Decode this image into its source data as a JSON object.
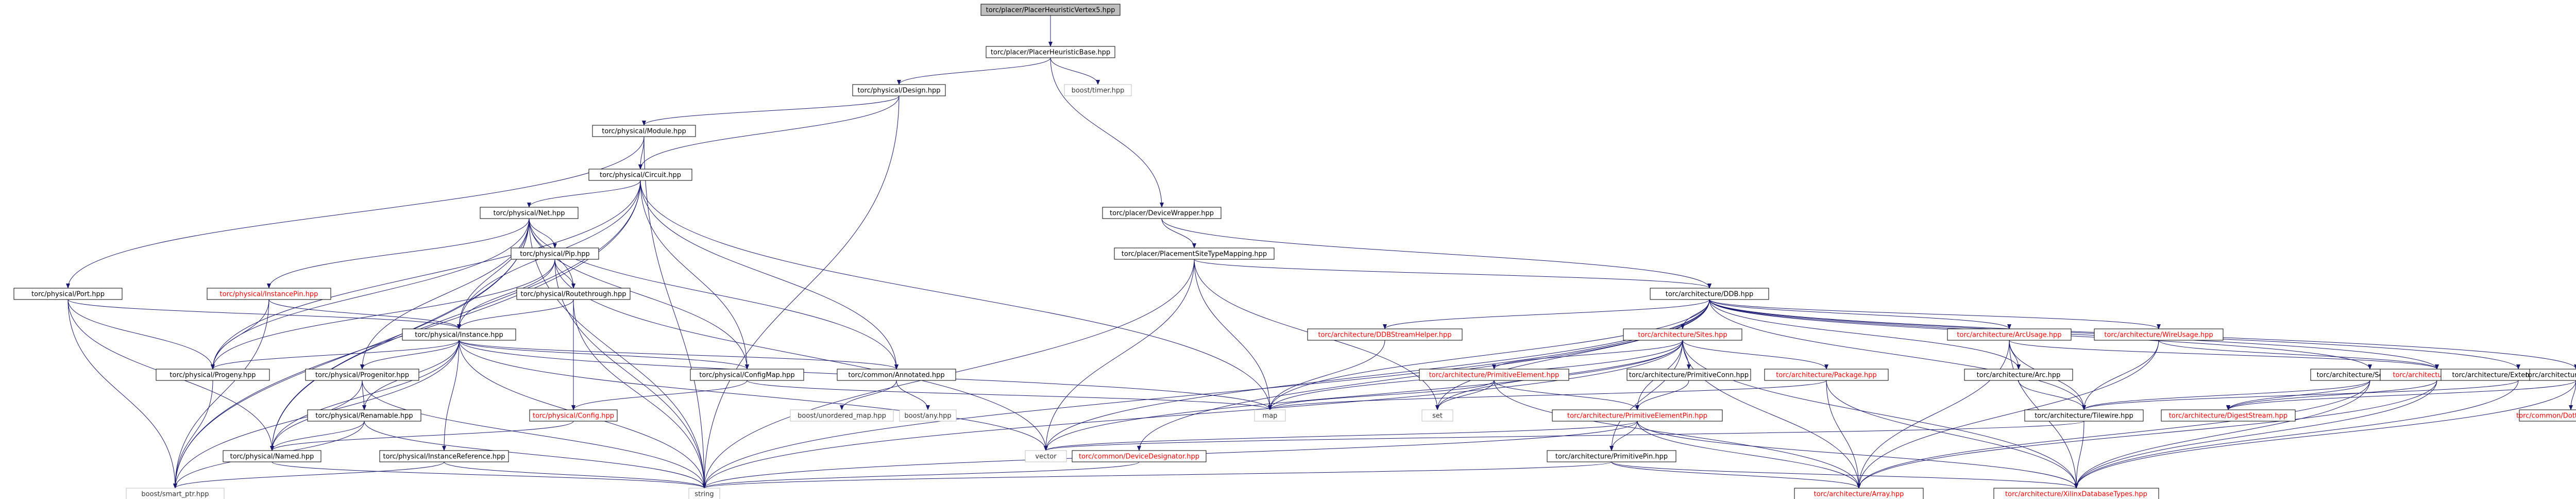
{
  "title": "",
  "nodes": [
    {
      "id": "n0",
      "label": "torc/placer/PlacerHeuristicVertex5.hpp",
      "kind": "root"
    },
    {
      "id": "n1",
      "label": "torc/placer/PlacerHeuristicBase.hpp",
      "kind": "file"
    },
    {
      "id": "n2",
      "label": "torc/physical/Design.hpp",
      "kind": "file"
    },
    {
      "id": "n3",
      "label": "boost/timer.hpp",
      "kind": "nofile"
    },
    {
      "id": "n4",
      "label": "torc/physical/Module.hpp",
      "kind": "file"
    },
    {
      "id": "n5",
      "label": "torc/physical/Circuit.hpp",
      "kind": "file"
    },
    {
      "id": "n6",
      "label": "torc/physical/Net.hpp",
      "kind": "file"
    },
    {
      "id": "n7",
      "label": "torc/physical/Pip.hpp",
      "kind": "file"
    },
    {
      "id": "n8",
      "label": "torc/physical/InstancePin.hpp",
      "kind": "missing"
    },
    {
      "id": "n9",
      "label": "torc/physical/Port.hpp",
      "kind": "file"
    },
    {
      "id": "n10",
      "label": "torc/physical/Routethrough.hpp",
      "kind": "file"
    },
    {
      "id": "n11",
      "label": "torc/physical/Instance.hpp",
      "kind": "file"
    },
    {
      "id": "n12",
      "label": "torc/physical/Progeny.hpp",
      "kind": "file"
    },
    {
      "id": "n13",
      "label": "torc/physical/Progenitor.hpp",
      "kind": "file"
    },
    {
      "id": "n14",
      "label": "torc/physical/ConfigMap.hpp",
      "kind": "file"
    },
    {
      "id": "n15",
      "label": "torc/common/Annotated.hpp",
      "kind": "file"
    },
    {
      "id": "n16",
      "label": "torc/physical/Renamable.hpp",
      "kind": "file"
    },
    {
      "id": "n17",
      "label": "torc/physical/Config.hpp",
      "kind": "missing"
    },
    {
      "id": "n18",
      "label": "torc/physical/Named.hpp",
      "kind": "file"
    },
    {
      "id": "n19",
      "label": "torc/physical/InstanceReference.hpp",
      "kind": "file"
    },
    {
      "id": "n20",
      "label": "boost/smart_ptr.hpp",
      "kind": "nofile"
    },
    {
      "id": "n21",
      "label": "string",
      "kind": "nofile"
    },
    {
      "id": "n22",
      "label": "boost/unordered_map.hpp",
      "kind": "nofile"
    },
    {
      "id": "n23",
      "label": "boost/any.hpp",
      "kind": "nofile"
    },
    {
      "id": "n24",
      "label": "torc/placer/DeviceWrapper.hpp",
      "kind": "file"
    },
    {
      "id": "n25",
      "label": "torc/placer/PlacementSiteTypeMapping.hpp",
      "kind": "file"
    },
    {
      "id": "n26",
      "label": "torc/architecture/DDB.hpp",
      "kind": "file"
    },
    {
      "id": "n27",
      "label": "torc/architecture/DDBStreamHelper.hpp",
      "kind": "missing"
    },
    {
      "id": "n28",
      "label": "torc/architecture/Sites.hpp",
      "kind": "missing"
    },
    {
      "id": "n29",
      "label": "torc/architecture/ArcUsage.hpp",
      "kind": "missing"
    },
    {
      "id": "n30",
      "label": "torc/architecture/WireUsage.hpp",
      "kind": "missing"
    },
    {
      "id": "n31",
      "label": "torc/architecture/Segments.hpp",
      "kind": "file"
    },
    {
      "id": "n32",
      "label": "torc/architecture/Tiles.hpp",
      "kind": "missing"
    },
    {
      "id": "n33",
      "label": "torc/architecture/ExtendedWireInfo.hpp",
      "kind": "file"
    },
    {
      "id": "n34",
      "label": "torc/architecture/Versions.hpp",
      "kind": "file"
    },
    {
      "id": "n35",
      "label": "torc/architecture/PrimitiveElement.hpp",
      "kind": "missing"
    },
    {
      "id": "n36",
      "label": "torc/architecture/PrimitiveConn.hpp",
      "kind": "file"
    },
    {
      "id": "n37",
      "label": "torc/architecture/Package.hpp",
      "kind": "missing"
    },
    {
      "id": "n38",
      "label": "torc/architecture/Arc.hpp",
      "kind": "file"
    },
    {
      "id": "n39",
      "label": "torc/architecture/PrimitiveElementPin.hpp",
      "kind": "missing"
    },
    {
      "id": "n40",
      "label": "torc/architecture/Tilewire.hpp",
      "kind": "file"
    },
    {
      "id": "n41",
      "label": "torc/architecture/DigestStream.hpp",
      "kind": "missing"
    },
    {
      "id": "n42",
      "label": "torc/common/DottedVersion.hpp",
      "kind": "missing"
    },
    {
      "id": "n43",
      "label": "map",
      "kind": "nofile"
    },
    {
      "id": "n44",
      "label": "set",
      "kind": "nofile"
    },
    {
      "id": "n45",
      "label": "vector",
      "kind": "nofile"
    },
    {
      "id": "n46",
      "label": "torc/common/DeviceDesignator.hpp",
      "kind": "missing"
    },
    {
      "id": "n47",
      "label": "torc/architecture/PrimitivePin.hpp",
      "kind": "file"
    },
    {
      "id": "n48",
      "label": "torc/architecture/Array.hpp",
      "kind": "missing"
    },
    {
      "id": "n49",
      "label": "torc/architecture/XilinxDatabaseTypes.hpp",
      "kind": "missing"
    }
  ],
  "edges": [
    [
      "n0",
      "n1"
    ],
    [
      "n1",
      "n2"
    ],
    [
      "n1",
      "n3"
    ],
    [
      "n1",
      "n24"
    ],
    [
      "n2",
      "n4"
    ],
    [
      "n2",
      "n5"
    ],
    [
      "n2",
      "n21"
    ],
    [
      "n4",
      "n5"
    ],
    [
      "n4",
      "n9"
    ],
    [
      "n4",
      "n21"
    ],
    [
      "n5",
      "n6"
    ],
    [
      "n5",
      "n11"
    ],
    [
      "n5",
      "n12"
    ],
    [
      "n5",
      "n14"
    ],
    [
      "n5",
      "n15"
    ],
    [
      "n5",
      "n18"
    ],
    [
      "n5",
      "n43"
    ],
    [
      "n5",
      "n20"
    ],
    [
      "n6",
      "n7"
    ],
    [
      "n6",
      "n8"
    ],
    [
      "n6",
      "n10"
    ],
    [
      "n6",
      "n11"
    ],
    [
      "n6",
      "n12"
    ],
    [
      "n6",
      "n13"
    ],
    [
      "n6",
      "n14"
    ],
    [
      "n6",
      "n15"
    ],
    [
      "n6",
      "n21"
    ],
    [
      "n6",
      "n18"
    ],
    [
      "n6",
      "n20"
    ],
    [
      "n7",
      "n10"
    ],
    [
      "n7",
      "n11"
    ],
    [
      "n7",
      "n12"
    ],
    [
      "n7",
      "n21"
    ],
    [
      "n7",
      "n45"
    ],
    [
      "n8",
      "n11"
    ],
    [
      "n8",
      "n12"
    ],
    [
      "n8",
      "n20"
    ],
    [
      "n9",
      "n11"
    ],
    [
      "n9",
      "n12"
    ],
    [
      "n9",
      "n18"
    ],
    [
      "n9",
      "n20"
    ],
    [
      "n10",
      "n11"
    ],
    [
      "n10",
      "n17"
    ],
    [
      "n10",
      "n21"
    ],
    [
      "n11",
      "n12"
    ],
    [
      "n11",
      "n13"
    ],
    [
      "n11",
      "n14"
    ],
    [
      "n11",
      "n15"
    ],
    [
      "n11",
      "n16"
    ],
    [
      "n11",
      "n18"
    ],
    [
      "n11",
      "n19"
    ],
    [
      "n11",
      "n21"
    ],
    [
      "n11",
      "n43"
    ],
    [
      "n11",
      "n45"
    ],
    [
      "n11",
      "n20"
    ],
    [
      "n12",
      "n20"
    ],
    [
      "n13",
      "n16"
    ],
    [
      "n13",
      "n18"
    ],
    [
      "n13",
      "n21"
    ],
    [
      "n14",
      "n17"
    ],
    [
      "n14",
      "n43"
    ],
    [
      "n15",
      "n22"
    ],
    [
      "n15",
      "n23"
    ],
    [
      "n16",
      "n18"
    ],
    [
      "n16",
      "n20"
    ],
    [
      "n16",
      "n21"
    ],
    [
      "n17",
      "n18"
    ],
    [
      "n18",
      "n21"
    ],
    [
      "n19",
      "n20"
    ],
    [
      "n19",
      "n21"
    ],
    [
      "n24",
      "n25"
    ],
    [
      "n24",
      "n26"
    ],
    [
      "n25",
      "n26"
    ],
    [
      "n25",
      "n43"
    ],
    [
      "n25",
      "n44"
    ],
    [
      "n25",
      "n45"
    ],
    [
      "n25",
      "n21"
    ],
    [
      "n26",
      "n27"
    ],
    [
      "n26",
      "n28"
    ],
    [
      "n26",
      "n29"
    ],
    [
      "n26",
      "n30"
    ],
    [
      "n26",
      "n31"
    ],
    [
      "n26",
      "n32"
    ],
    [
      "n26",
      "n33"
    ],
    [
      "n26",
      "n34"
    ],
    [
      "n26",
      "n38"
    ],
    [
      "n26",
      "n40"
    ],
    [
      "n26",
      "n43"
    ],
    [
      "n26",
      "n44"
    ],
    [
      "n26",
      "n45"
    ],
    [
      "n26",
      "n46"
    ],
    [
      "n26",
      "n21"
    ],
    [
      "n27",
      "n43"
    ],
    [
      "n28",
      "n35"
    ],
    [
      "n28",
      "n36"
    ],
    [
      "n28",
      "n37"
    ],
    [
      "n28",
      "n39"
    ],
    [
      "n28",
      "n47"
    ],
    [
      "n28",
      "n48"
    ],
    [
      "n28",
      "n49"
    ],
    [
      "n28",
      "n43"
    ],
    [
      "n28",
      "n44"
    ],
    [
      "n28",
      "n45"
    ],
    [
      "n28",
      "n21"
    ],
    [
      "n29",
      "n38"
    ],
    [
      "n29",
      "n40"
    ],
    [
      "n29",
      "n32"
    ],
    [
      "n29",
      "n48"
    ],
    [
      "n29",
      "n49"
    ],
    [
      "n30",
      "n40"
    ],
    [
      "n30",
      "n32"
    ],
    [
      "n30",
      "n48"
    ],
    [
      "n31",
      "n40"
    ],
    [
      "n31",
      "n41"
    ],
    [
      "n31",
      "n48"
    ],
    [
      "n31",
      "n49"
    ],
    [
      "n32",
      "n41"
    ],
    [
      "n32",
      "n48"
    ],
    [
      "n32",
      "n49"
    ],
    [
      "n33",
      "n40"
    ],
    [
      "n33",
      "n49"
    ],
    [
      "n34",
      "n42"
    ],
    [
      "n34",
      "n41"
    ],
    [
      "n34",
      "n49"
    ],
    [
      "n35",
      "n39"
    ],
    [
      "n35",
      "n43"
    ],
    [
      "n35",
      "n44"
    ],
    [
      "n35",
      "n48"
    ],
    [
      "n36",
      "n39"
    ],
    [
      "n37",
      "n48"
    ],
    [
      "n37",
      "n49"
    ],
    [
      "n37",
      "n43"
    ],
    [
      "n38",
      "n40"
    ],
    [
      "n39",
      "n47"
    ],
    [
      "n39",
      "n45"
    ],
    [
      "n39",
      "n48"
    ],
    [
      "n39",
      "n49"
    ],
    [
      "n39",
      "n21"
    ],
    [
      "n40",
      "n45"
    ],
    [
      "n40",
      "n49"
    ],
    [
      "n47",
      "n48"
    ],
    [
      "n47",
      "n49"
    ],
    [
      "n47",
      "n21"
    ],
    [
      "n46",
      "n21"
    ]
  ]
}
